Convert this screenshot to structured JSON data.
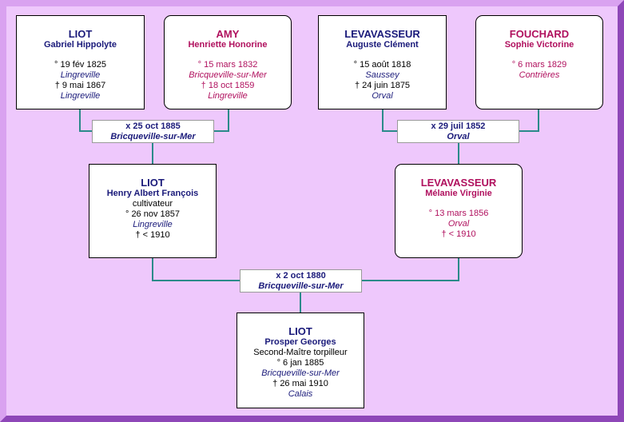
{
  "colors": {
    "background": "#eec8fc",
    "connector": "#2b8a8a",
    "male_text": "#1a1a7a",
    "female_text": "#b0105e"
  },
  "great_grandparents": [
    {
      "surname": "LIOT",
      "given": "Gabriel Hippolyte",
      "birth": "° 19 fév 1825",
      "birth_place": "Lingreville",
      "death": "† 9 mai 1867",
      "death_place": "Lingreville"
    },
    {
      "surname": "AMY",
      "given": "Henriette Honorine",
      "birth": "° 15 mars 1832",
      "birth_place": "Bricqueville-sur-Mer",
      "death": "† 18 oct 1859",
      "death_place": "Lingreville"
    },
    {
      "surname": "LEVAVASSEUR",
      "given": "Auguste Clément",
      "birth": "° 15 août 1818",
      "birth_place": "Saussey",
      "death": "† 24 juin 1875",
      "death_place": "Orval"
    },
    {
      "surname": "FOUCHARD",
      "given": "Sophie Victorine",
      "birth": "° 6 mars 1829",
      "birth_place": "Contrières"
    }
  ],
  "marriages_top": [
    {
      "date": "x 25 oct 1885",
      "place": "Bricqueville-sur-Mer"
    },
    {
      "date": "x 29 juil 1852",
      "place": "Orval"
    }
  ],
  "parents": [
    {
      "surname": "LIOT",
      "given": "Henry Albert François",
      "occupation": "cultivateur",
      "birth": "° 26 nov 1857",
      "birth_place": "Lingreville",
      "death": "† < 1910"
    },
    {
      "surname": "LEVAVASSEUR",
      "given": "Mélanie Virginie",
      "birth": "° 13 mars 1856",
      "birth_place": "Orval",
      "death": "† < 1910"
    }
  ],
  "marriage_parents": {
    "date": "x 2 oct 1880",
    "place": "Bricqueville-sur-Mer"
  },
  "subject": {
    "surname": "LIOT",
    "given": "Prosper Georges",
    "occupation": "Second-Maître torpilleur",
    "birth": "° 6 jan 1885",
    "birth_place": "Bricqueville-sur-Mer",
    "death": "† 26 mai 1910",
    "death_place": "Calais"
  }
}
